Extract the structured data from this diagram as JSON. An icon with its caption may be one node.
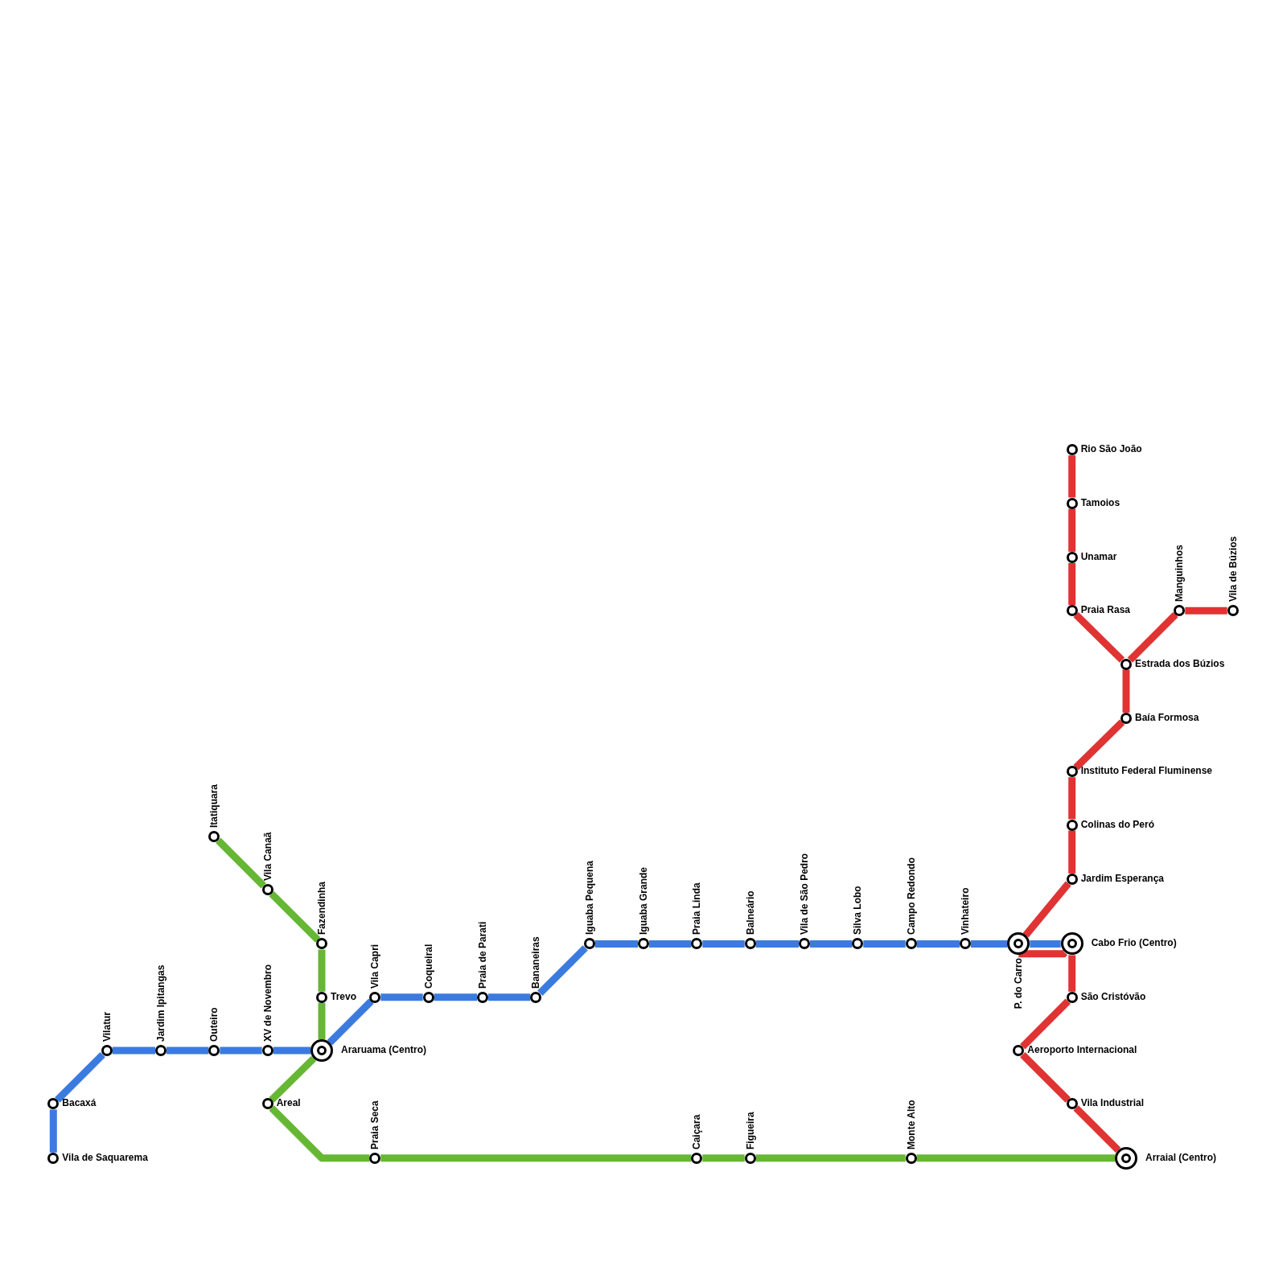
{
  "diagram": {
    "nodes": [
      {
        "text": [],
        "shape": "circle",
        "beside": [
          "Vila de Saquarema"
        ]
      },
      {
        "text": [],
        "shape": "circle",
        "beside": [
          "Bacaxá"
        ]
      },
      {
        "text": [],
        "shape": "circle",
        "beside": [
          "Vilatur"
        ]
      },
      {
        "text": [],
        "shape": "circle",
        "beside": [
          "Jardim Ipitangas"
        ]
      },
      {
        "text": [],
        "shape": "circle",
        "beside": [
          "Outeiro"
        ]
      },
      {
        "text": [],
        "shape": "circle",
        "beside": [
          "XV de Novembro"
        ]
      },
      {
        "text": [],
        "shape": "target",
        "beside": [
          "Araruama (Centro)"
        ]
      },
      {
        "text": [],
        "shape": "circle",
        "beside": [
          "Vila Capri"
        ]
      },
      {
        "text": [],
        "shape": "circle",
        "beside": [
          "Coqueiral"
        ]
      },
      {
        "text": [],
        "shape": "circle",
        "beside": [
          "Praia de Parati"
        ]
      },
      {
        "text": [],
        "shape": "circle",
        "beside": [
          "Bananeiras"
        ]
      },
      {
        "text": [],
        "shape": "circle",
        "beside": [
          "Iguaba Pequena"
        ]
      },
      {
        "text": [],
        "shape": "circle",
        "beside": [
          "Iguaba Grande"
        ]
      },
      {
        "text": [],
        "shape": "circle",
        "beside": [
          "Praia Linda"
        ]
      },
      {
        "text": [],
        "shape": "circle",
        "beside": [
          "Balneário"
        ]
      },
      {
        "text": [],
        "shape": "circle",
        "beside": [
          "Vila de São Pedro"
        ]
      },
      {
        "text": [],
        "shape": "circle",
        "beside": [
          "Silva Lobo"
        ]
      },
      {
        "text": [],
        "shape": "circle",
        "beside": [
          "Campo Redondo"
        ]
      },
      {
        "text": [],
        "shape": "circle",
        "beside": [
          "Vinhateiro"
        ]
      },
      {
        "text": [],
        "shape": "target",
        "beside": [
          "P. do Carro"
        ]
      },
      {
        "text": [],
        "shape": "target",
        "beside": [
          "Cabo Frio (Centro)"
        ]
      },
      {
        "text": [],
        "shape": "circle",
        "beside": [
          "Itatiquara"
        ]
      },
      {
        "text": [],
        "shape": "circle",
        "beside": [
          "Vila Canaã"
        ]
      },
      {
        "text": [],
        "shape": "circle",
        "beside": [
          "Fazendinha"
        ]
      },
      {
        "text": [],
        "shape": "circle",
        "beside": [
          "Trevo"
        ]
      },
      {
        "text": [],
        "shape": "circle",
        "beside": [
          "Areal"
        ]
      },
      {
        "text": [],
        "shape": "circle",
        "beside": [
          "Praia Seca"
        ]
      },
      {
        "text": [],
        "shape": "circle",
        "beside": [
          "Caiçara"
        ]
      },
      {
        "text": [],
        "shape": "circle",
        "beside": [
          "Figueira"
        ]
      },
      {
        "text": [],
        "shape": "circle",
        "beside": [
          "Monte Alto"
        ]
      },
      {
        "text": [],
        "shape": "target",
        "beside": [
          "Arraial (Centro)"
        ]
      },
      {
        "text": [],
        "shape": "circle",
        "beside": [
          "Rio São João"
        ]
      },
      {
        "text": [],
        "shape": "circle",
        "beside": [
          "Tamoios"
        ]
      },
      {
        "text": [],
        "shape": "circle",
        "beside": [
          "Unamar"
        ]
      },
      {
        "text": [],
        "shape": "circle",
        "beside": [
          "Praia Rasa"
        ]
      },
      {
        "text": [],
        "shape": "circle",
        "beside": [
          "Estrada dos Búzios"
        ]
      },
      {
        "text": [],
        "shape": "circle",
        "beside": [
          "Manguinhos"
        ]
      },
      {
        "text": [],
        "shape": "circle",
        "beside": [
          "Vila de Búzios"
        ]
      },
      {
        "text": [],
        "shape": "circle",
        "beside": [
          "Baía Formosa"
        ]
      },
      {
        "text": [],
        "shape": "circle",
        "beside": [
          "Instituto Federal Fluminense"
        ]
      },
      {
        "text": [],
        "shape": "circle",
        "beside": [
          "Colinas do Peró"
        ]
      },
      {
        "text": [],
        "shape": "circle",
        "beside": [
          "Jardim Esperança"
        ]
      },
      {
        "text": [],
        "shape": "circle",
        "beside": [
          "São Cristóvão"
        ]
      },
      {
        "text": [],
        "shape": "circle",
        "beside": [
          "Aeroporto Internacional"
        ]
      },
      {
        "text": [],
        "shape": "circle",
        "beside": [
          "Vila Industrial"
        ]
      }
    ],
    "edges": [
      {
        "from": 0,
        "to": 1,
        "arrow": "none",
        "color": "#3b7be0"
      },
      {
        "from": 1,
        "to": 2,
        "arrow": "none",
        "color": "#3b7be0"
      },
      {
        "from": 2,
        "to": 3,
        "arrow": "none",
        "color": "#3b7be0"
      },
      {
        "from": 3,
        "to": 4,
        "arrow": "none",
        "color": "#3b7be0"
      },
      {
        "from": 4,
        "to": 5,
        "arrow": "none",
        "color": "#3b7be0"
      },
      {
        "from": 5,
        "to": 6,
        "arrow": "none",
        "color": "#3b7be0"
      },
      {
        "from": 6,
        "to": 7,
        "arrow": "none",
        "color": "#3b7be0"
      },
      {
        "from": 7,
        "to": 8,
        "arrow": "none",
        "color": "#3b7be0"
      },
      {
        "from": 8,
        "to": 9,
        "arrow": "none",
        "color": "#3b7be0"
      },
      {
        "from": 9,
        "to": 10,
        "arrow": "none",
        "color": "#3b7be0"
      },
      {
        "from": 10,
        "to": 11,
        "arrow": "none",
        "color": "#3b7be0"
      },
      {
        "from": 11,
        "to": 12,
        "arrow": "none",
        "color": "#3b7be0"
      },
      {
        "from": 12,
        "to": 13,
        "arrow": "none",
        "color": "#3b7be0"
      },
      {
        "from": 13,
        "to": 14,
        "arrow": "none",
        "color": "#3b7be0"
      },
      {
        "from": 14,
        "to": 15,
        "arrow": "none",
        "color": "#3b7be0"
      },
      {
        "from": 15,
        "to": 16,
        "arrow": "none",
        "color": "#3b7be0"
      },
      {
        "from": 16,
        "to": 17,
        "arrow": "none",
        "color": "#3b7be0"
      },
      {
        "from": 17,
        "to": 18,
        "arrow": "none",
        "color": "#3b7be0"
      },
      {
        "from": 18,
        "to": 19,
        "arrow": "none",
        "color": "#3b7be0"
      },
      {
        "from": 19,
        "to": 20,
        "arrow": "none",
        "color": "#3b7be0"
      },
      {
        "from": 21,
        "to": 22,
        "arrow": "none",
        "color": "#66b734"
      },
      {
        "from": 22,
        "to": 23,
        "arrow": "none",
        "color": "#66b734"
      },
      {
        "from": 23,
        "to": 24,
        "arrow": "none",
        "color": "#66b734"
      },
      {
        "from": 24,
        "to": 6,
        "arrow": "none",
        "color": "#66b734"
      },
      {
        "from": 6,
        "to": 25,
        "arrow": "none",
        "color": "#66b734"
      },
      {
        "from": 25,
        "to": 26,
        "arrow": "none",
        "color": "#66b734"
      },
      {
        "from": 26,
        "to": 27,
        "arrow": "none",
        "color": "#66b734"
      },
      {
        "from": 27,
        "to": 28,
        "arrow": "none",
        "color": "#66b734"
      },
      {
        "from": 28,
        "to": 29,
        "arrow": "none",
        "color": "#66b734"
      },
      {
        "from": 29,
        "to": 30,
        "arrow": "none",
        "color": "#66b734"
      },
      {
        "from": 31,
        "to": 32,
        "arrow": "none",
        "color": "#e03333"
      },
      {
        "from": 32,
        "to": 33,
        "arrow": "none",
        "color": "#e03333"
      },
      {
        "from": 33,
        "to": 34,
        "arrow": "none",
        "color": "#e03333"
      },
      {
        "from": 34,
        "to": 35,
        "arrow": "none",
        "color": "#e03333"
      },
      {
        "from": 35,
        "to": 36,
        "arrow": "none",
        "color": "#e03333"
      },
      {
        "from": 36,
        "to": 37,
        "arrow": "none",
        "color": "#e03333"
      },
      {
        "from": 35,
        "to": 38,
        "arrow": "none",
        "color": "#e03333"
      },
      {
        "from": 38,
        "to": 39,
        "arrow": "none",
        "color": "#e03333"
      },
      {
        "from": 39,
        "to": 40,
        "arrow": "none",
        "color": "#e03333"
      },
      {
        "from": 40,
        "to": 41,
        "arrow": "none",
        "color": "#e03333"
      },
      {
        "from": 41,
        "to": 19,
        "arrow": "none",
        "color": "#e03333"
      },
      {
        "from": 19,
        "to": 20,
        "arrow": "none",
        "color": "#e03333"
      },
      {
        "from": 20,
        "to": 42,
        "arrow": "none",
        "color": "#e03333"
      },
      {
        "from": 42,
        "to": 43,
        "arrow": "none",
        "color": "#e03333"
      },
      {
        "from": 43,
        "to": 44,
        "arrow": "none",
        "color": "#e03333"
      },
      {
        "from": 44,
        "to": 30,
        "arrow": "none",
        "color": "#e03333"
      }
    ]
  }
}
